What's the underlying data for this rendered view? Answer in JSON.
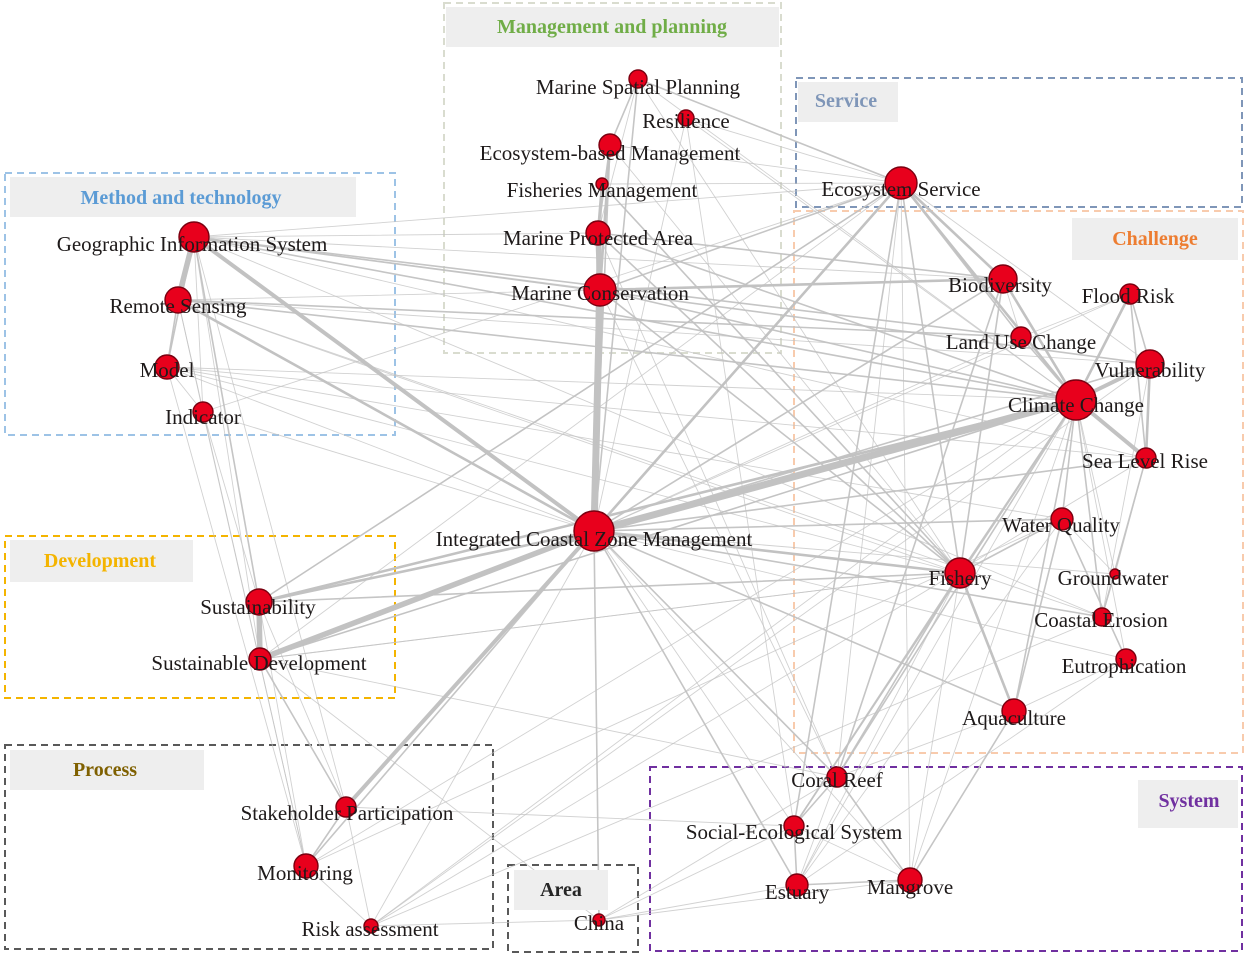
{
  "groups": [
    {
      "id": "method",
      "title": "Method and technology",
      "color": "#5b9bd5"
    },
    {
      "id": "management",
      "title": "Management and planning",
      "color": "#70ad47"
    },
    {
      "id": "service",
      "title": "Service",
      "color": "#7f96b8"
    },
    {
      "id": "challenge",
      "title": "Challenge",
      "color": "#ed7d31"
    },
    {
      "id": "development",
      "title": "Development",
      "color": "#f4b400"
    },
    {
      "id": "process",
      "title": "Process",
      "color": "#7f6000"
    },
    {
      "id": "area",
      "title": "Area",
      "color": "#262626"
    },
    {
      "id": "system",
      "title": "System",
      "color": "#7030a0"
    }
  ],
  "nodes": [
    {
      "id": "icm",
      "label": "Integrated Coastal Zone Management"
    },
    {
      "id": "msp",
      "label": "Marine Spatial Planning"
    },
    {
      "id": "res",
      "label": "Resilience"
    },
    {
      "id": "ebm",
      "label": "Ecosystem-based Management"
    },
    {
      "id": "fm",
      "label": "Fisheries Management"
    },
    {
      "id": "mpa",
      "label": "Marine Protected Area"
    },
    {
      "id": "mc",
      "label": "Marine Conservation"
    },
    {
      "id": "es",
      "label": "Ecosystem Service"
    },
    {
      "id": "gis",
      "label": "Geographic Information System"
    },
    {
      "id": "rs",
      "label": "Remote Sensing"
    },
    {
      "id": "model",
      "label": "Model"
    },
    {
      "id": "ind",
      "label": "Indicator"
    },
    {
      "id": "bio",
      "label": "Biodiversity"
    },
    {
      "id": "flood",
      "label": "Flood Risk"
    },
    {
      "id": "luc",
      "label": "Land Use Change"
    },
    {
      "id": "vul",
      "label": "Vulnerability"
    },
    {
      "id": "cc",
      "label": "Climate Change"
    },
    {
      "id": "slr",
      "label": "Sea Level Rise"
    },
    {
      "id": "wq",
      "label": "Water Quality"
    },
    {
      "id": "gw",
      "label": "Groundwater"
    },
    {
      "id": "fish",
      "label": "Fishery"
    },
    {
      "id": "ce",
      "label": "Coastal Erosion"
    },
    {
      "id": "eut",
      "label": "Eutrophication"
    },
    {
      "id": "aqua",
      "label": "Aquaculture"
    },
    {
      "id": "sus",
      "label": "Sustainability"
    },
    {
      "id": "sd",
      "label": "Sustainable Development"
    },
    {
      "id": "sp",
      "label": "Stakeholder Participation"
    },
    {
      "id": "mon",
      "label": "Monitoring"
    },
    {
      "id": "ra",
      "label": "Risk assessment"
    },
    {
      "id": "china",
      "label": "China"
    },
    {
      "id": "coral",
      "label": "Coral Reef"
    },
    {
      "id": "ses",
      "label": "Social-Ecological System"
    },
    {
      "id": "est",
      "label": "Estuary"
    },
    {
      "id": "mang",
      "label": "Mangrove"
    }
  ],
  "edges": [
    [
      "icm",
      "mc",
      6
    ],
    [
      "icm",
      "cc",
      6
    ],
    [
      "icm",
      "sd",
      5
    ],
    [
      "icm",
      "gis",
      4
    ],
    [
      "icm",
      "sp",
      4
    ],
    [
      "icm",
      "es",
      3
    ],
    [
      "icm",
      "sus",
      3
    ],
    [
      "icm",
      "mpa",
      3
    ],
    [
      "icm",
      "fish",
      3
    ],
    [
      "icm",
      "rs",
      3
    ],
    [
      "icm",
      "vul",
      2
    ],
    [
      "icm",
      "slr",
      2
    ],
    [
      "icm",
      "coral",
      2
    ],
    [
      "icm",
      "est",
      2
    ],
    [
      "icm",
      "aqua",
      2
    ],
    [
      "icm",
      "mon",
      2
    ],
    [
      "icm",
      "china",
      2
    ],
    [
      "icm",
      "ebm",
      2
    ],
    [
      "icm",
      "msp",
      2
    ],
    [
      "icm",
      "ce",
      2
    ],
    [
      "icm",
      "wq",
      2
    ],
    [
      "icm",
      "bio",
      2
    ],
    [
      "icm",
      "model",
      1
    ],
    [
      "icm",
      "ind",
      1
    ],
    [
      "icm",
      "ses",
      1
    ],
    [
      "icm",
      "mang",
      1
    ],
    [
      "icm",
      "ra",
      1
    ],
    [
      "icm",
      "eut",
      1
    ],
    [
      "icm",
      "flood",
      1
    ],
    [
      "icm",
      "luc",
      1
    ],
    [
      "icm",
      "gw",
      1
    ],
    [
      "icm",
      "fm",
      1
    ],
    [
      "icm",
      "res",
      1
    ],
    [
      "mc",
      "mpa",
      5
    ],
    [
      "mpa",
      "fm",
      3
    ],
    [
      "mc",
      "ebm",
      3
    ],
    [
      "mpa",
      "ebm",
      2
    ],
    [
      "ebm",
      "msp",
      2
    ],
    [
      "mc",
      "bio",
      3
    ],
    [
      "mpa",
      "bio",
      2
    ],
    [
      "mc",
      "es",
      2
    ],
    [
      "mc",
      "cc",
      2
    ],
    [
      "mpa",
      "cc",
      2
    ],
    [
      "mc",
      "fish",
      2
    ],
    [
      "mpa",
      "fish",
      2
    ],
    [
      "mc",
      "coral",
      1
    ],
    [
      "mpa",
      "coral",
      1
    ],
    [
      "fm",
      "fish",
      2
    ],
    [
      "gis",
      "rs",
      5
    ],
    [
      "gis",
      "model",
      2
    ],
    [
      "rs",
      "model",
      2
    ],
    [
      "gis",
      "ind",
      1
    ],
    [
      "rs",
      "ind",
      1
    ],
    [
      "model",
      "ind",
      1
    ],
    [
      "gis",
      "cc",
      2
    ],
    [
      "rs",
      "cc",
      2
    ],
    [
      "gis",
      "luc",
      2
    ],
    [
      "rs",
      "luc",
      2
    ],
    [
      "gis",
      "bio",
      1
    ],
    [
      "gis",
      "es",
      1
    ],
    [
      "gis",
      "vul",
      2
    ],
    [
      "rs",
      "vul",
      1
    ],
    [
      "gis",
      "slr",
      1
    ],
    [
      "rs",
      "ce",
      1
    ],
    [
      "gis",
      "ce",
      1
    ],
    [
      "model",
      "cc",
      1
    ],
    [
      "model",
      "slr",
      1
    ],
    [
      "model",
      "wq",
      1
    ],
    [
      "gis",
      "mc",
      1
    ],
    [
      "gis",
      "mpa",
      1
    ],
    [
      "rs",
      "mc",
      1
    ],
    [
      "rs",
      "fish",
      1
    ],
    [
      "cc",
      "vul",
      4
    ],
    [
      "cc",
      "slr",
      4
    ],
    [
      "cc",
      "flood",
      3
    ],
    [
      "cc",
      "bio",
      3
    ],
    [
      "cc",
      "es",
      3
    ],
    [
      "cc",
      "luc",
      2
    ],
    [
      "cc",
      "fish",
      2
    ],
    [
      "cc",
      "aqua",
      2
    ],
    [
      "cc",
      "wq",
      2
    ],
    [
      "cc",
      "ce",
      2
    ],
    [
      "cc",
      "coral",
      2
    ],
    [
      "cc",
      "gw",
      1
    ],
    [
      "cc",
      "eut",
      1
    ],
    [
      "cc",
      "sus",
      3
    ],
    [
      "cc",
      "sd",
      2
    ],
    [
      "cc",
      "ses",
      2
    ],
    [
      "cc",
      "mang",
      1
    ],
    [
      "cc",
      "est",
      1
    ],
    [
      "vul",
      "slr",
      3
    ],
    [
      "vul",
      "flood",
      2
    ],
    [
      "slr",
      "flood",
      2
    ],
    [
      "bio",
      "es",
      3
    ],
    [
      "bio",
      "luc",
      1
    ],
    [
      "bio",
      "fish",
      2
    ],
    [
      "bio",
      "coral",
      2
    ],
    [
      "luc",
      "es",
      2
    ],
    [
      "luc",
      "flood",
      1
    ],
    [
      "es",
      "fish",
      2
    ],
    [
      "es",
      "ses",
      2
    ],
    [
      "es",
      "mang",
      1
    ],
    [
      "es",
      "coral",
      1
    ],
    [
      "es",
      "sus",
      2
    ],
    [
      "es",
      "sd",
      1
    ],
    [
      "es",
      "vul",
      1
    ],
    [
      "es",
      "cc",
      1
    ],
    [
      "wq",
      "eut",
      2
    ],
    [
      "wq",
      "fish",
      2
    ],
    [
      "wq",
      "aqua",
      2
    ],
    [
      "wq",
      "gw",
      1
    ],
    [
      "wq",
      "est",
      1
    ],
    [
      "fish",
      "aqua",
      3
    ],
    [
      "fish",
      "coral",
      2
    ],
    [
      "fish",
      "mang",
      1
    ],
    [
      "fish",
      "ses",
      2
    ],
    [
      "fish",
      "est",
      1
    ],
    [
      "fish",
      "sus",
      2
    ],
    [
      "fish",
      "sd",
      1
    ],
    [
      "aqua",
      "mang",
      2
    ],
    [
      "aqua",
      "coral",
      1
    ],
    [
      "aqua",
      "eut",
      1
    ],
    [
      "ce",
      "slr",
      2
    ],
    [
      "ce",
      "vul",
      1
    ],
    [
      "ce",
      "gw",
      1
    ],
    [
      "eut",
      "est",
      1
    ],
    [
      "gw",
      "slr",
      1
    ],
    [
      "sus",
      "sd",
      5
    ],
    [
      "sus",
      "gis",
      2
    ],
    [
      "sd",
      "gis",
      1
    ],
    [
      "sus",
      "mon",
      1
    ],
    [
      "sd",
      "sp",
      2
    ],
    [
      "sus",
      "sp",
      1
    ],
    [
      "sp",
      "mon",
      2
    ],
    [
      "mon",
      "ra",
      1
    ],
    [
      "sp",
      "ra",
      1
    ],
    [
      "sp",
      "gis",
      1
    ],
    [
      "mon",
      "rs",
      1
    ],
    [
      "mon",
      "ind",
      1
    ],
    [
      "sp",
      "ses",
      1
    ],
    [
      "ra",
      "vul",
      1
    ],
    [
      "ra",
      "cc",
      1
    ],
    [
      "coral",
      "mang",
      2
    ],
    [
      "coral",
      "ses",
      2
    ],
    [
      "coral",
      "est",
      1
    ],
    [
      "ses",
      "est",
      2
    ],
    [
      "ses",
      "mang",
      1
    ],
    [
      "est",
      "mang",
      2
    ],
    [
      "est",
      "china",
      1
    ],
    [
      "mang",
      "china",
      1
    ],
    [
      "coral",
      "china",
      1
    ],
    [
      "ses",
      "china",
      1
    ],
    [
      "msp",
      "es",
      2
    ],
    [
      "msp",
      "cc",
      1
    ],
    [
      "msp",
      "mpa",
      1
    ],
    [
      "msp",
      "fish",
      1
    ],
    [
      "res",
      "cc",
      1
    ],
    [
      "res",
      "ses",
      1
    ],
    [
      "res",
      "es",
      1
    ],
    [
      "ebm",
      "es",
      1
    ],
    [
      "ebm",
      "fish",
      1
    ],
    [
      "fm",
      "es",
      1
    ],
    [
      "sd",
      "cc",
      1
    ],
    [
      "sd",
      "fish",
      1
    ],
    [
      "sd",
      "coral",
      1
    ],
    [
      "sus",
      "es",
      1
    ],
    [
      "mon",
      "cc",
      1
    ],
    [
      "mon",
      "wq",
      1
    ],
    [
      "ind",
      "es",
      1
    ],
    [
      "ind",
      "sus",
      1
    ],
    [
      "model",
      "fish",
      1
    ],
    [
      "model",
      "mon",
      1
    ],
    [
      "ra",
      "slr",
      1
    ],
    [
      "ra",
      "ce",
      1
    ],
    [
      "china",
      "sd",
      1
    ],
    [
      "china",
      "ra",
      1
    ]
  ]
}
